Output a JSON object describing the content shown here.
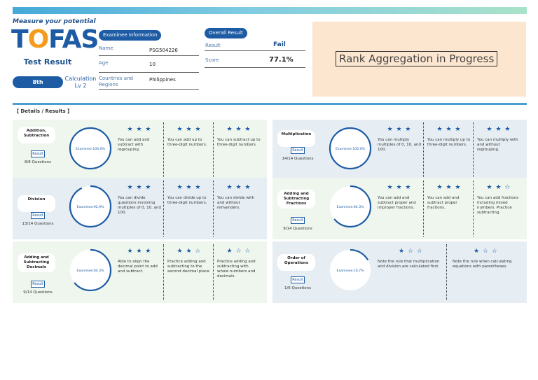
{
  "header": {
    "tagline": "Measure your potential",
    "logo": {
      "part1": "T",
      "o": "O",
      "part2": "FAS"
    },
    "test_result_label": "Test Result",
    "grade": "8th",
    "level": "Calculation Lv 2"
  },
  "examinee": {
    "title": "Examinee Information",
    "name_label": "Name",
    "name_value": "PSG504226",
    "age_label": "Age",
    "age_value": "10",
    "region_label": "Countries and Regions",
    "region_value": "Philippines"
  },
  "overall": {
    "title": "Overall Result",
    "result_label": "Result",
    "result_value": "Fail",
    "score_label": "Score",
    "score_value": "77.1%"
  },
  "rank_text": "Rank Aggregation in Progress",
  "details_title": "【  Details / Results  】",
  "colors": {
    "primary": "#1d5ba4",
    "rank_bg": "#fce6cf",
    "card_green": "#eef6ee",
    "card_grey": "#e7eef3",
    "fail": "#1d4f8a"
  },
  "result_button_label": "Result",
  "categories": [
    {
      "name": "Addition, Subtraction",
      "questions": "8/8 Questions",
      "examinee": "Examinee:100.0%",
      "pct": 100,
      "skills": [
        {
          "stars": "★ ★ ★",
          "text": "You can add and subtract with regrouping."
        },
        {
          "stars": "★ ★ ★",
          "text": "You can add up to three-digit numbers."
        },
        {
          "stars": "★ ★ ★",
          "text": "You can subtract up to three-digit numbers."
        }
      ]
    },
    {
      "name": "Multiplication",
      "questions": "14/14 Questions",
      "examinee": "Examinee:100.0%",
      "pct": 100,
      "skills": [
        {
          "stars": "★ ★ ★",
          "text": "You can multiply multiples of 0, 10, and 100."
        },
        {
          "stars": "★ ★ ★",
          "text": "You can multiply up to three-digit numbers."
        },
        {
          "stars": "★ ★ ★",
          "text": "You can multiply with and without regrouping."
        }
      ]
    },
    {
      "name": "Division",
      "questions": "13/14 Questions",
      "examinee": "Examinee:92.9%",
      "pct": 92.9,
      "skills": [
        {
          "stars": "★ ★ ★",
          "text": "You can divide questions involving multiples of 0, 10, and 100."
        },
        {
          "stars": "★ ★ ★",
          "text": "You can divide up to three-digit numbers."
        },
        {
          "stars": "★ ★ ★",
          "text": "You can divide with and without remainders."
        }
      ]
    },
    {
      "name": "Adding and Subtracting Fractions",
      "questions": "9/14 Questions",
      "examinee": "Examinee:64.3%",
      "pct": 64.3,
      "skills": [
        {
          "stars": "★ ★ ★",
          "text": "You can add and subtract proper and improper fractions."
        },
        {
          "stars": "★ ★ ★",
          "text": "You can add and subtract proper fractions."
        },
        {
          "stars": "★ ★ ☆",
          "text": "You can add fractions including mixed numbers. Practice subtracting."
        }
      ]
    },
    {
      "name": "Adding and Subtracting Decimals",
      "questions": "9/14 Questions",
      "examinee": "Examinee:64.3%",
      "pct": 64.3,
      "skills": [
        {
          "stars": "★ ★ ★",
          "text": "Able to align the decimal point to add and subtract."
        },
        {
          "stars": "★ ★ ☆",
          "text": "Practice adding and subtracting to the second decimal place."
        },
        {
          "stars": "★ ☆ ☆",
          "text": "Practice adding and subtracting with whole numbers and decimals."
        }
      ]
    },
    {
      "name": "Order of Operations",
      "questions": "1/6 Questions",
      "examinee": "Examinee:16.7%",
      "pct": 16.7,
      "skills": [
        {
          "stars": "★ ☆ ☆",
          "text": "Note the rule that multiplication and division are calculated first."
        },
        {
          "stars": "★ ☆ ☆",
          "text": "Note the rule when calculating equations with parentheses."
        }
      ]
    }
  ]
}
